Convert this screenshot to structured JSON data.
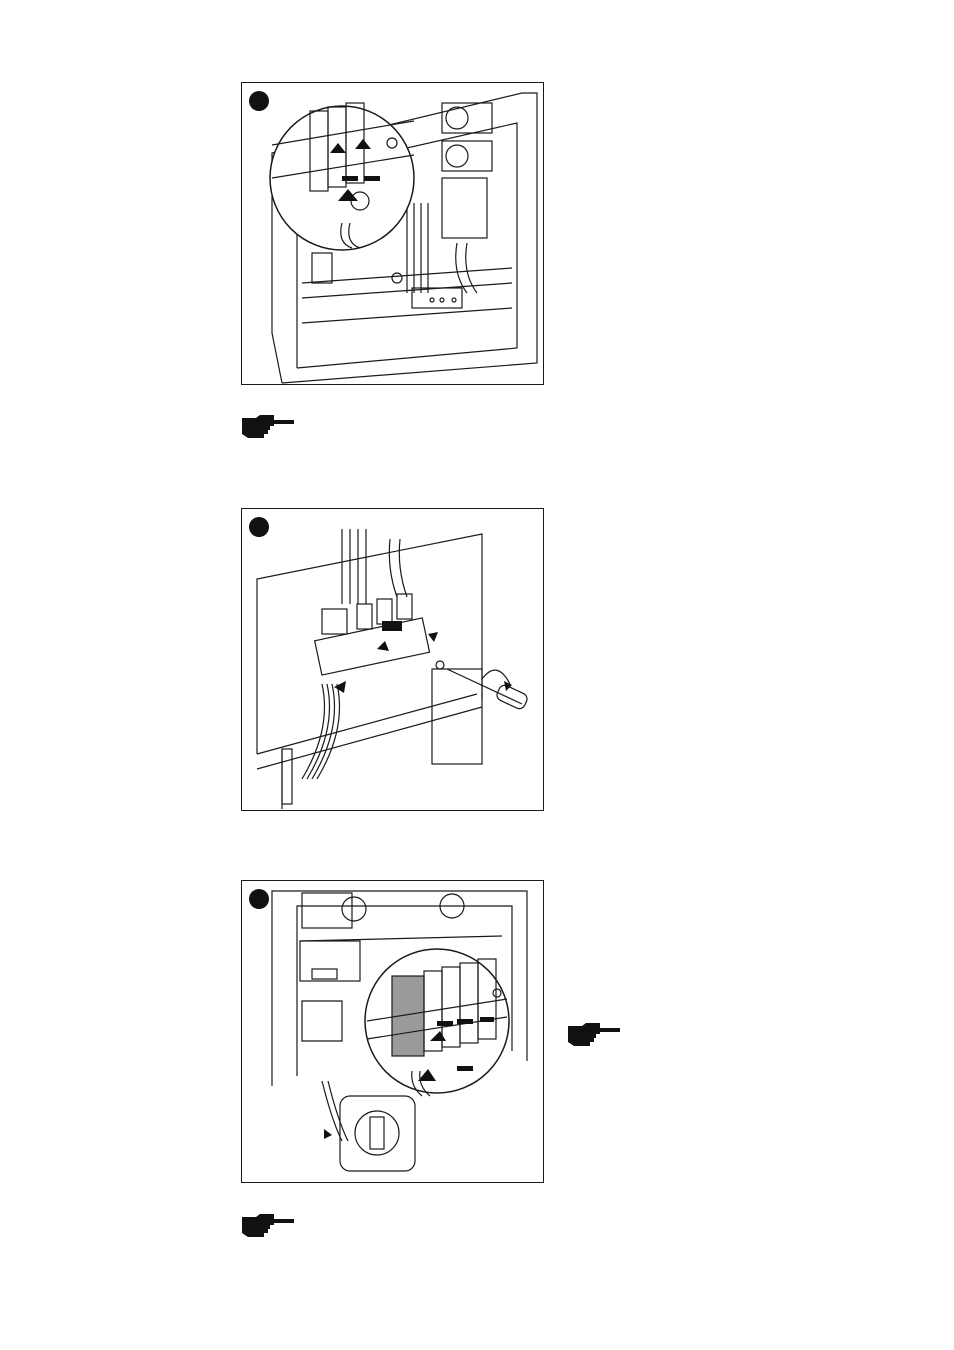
{
  "figures": [
    {
      "id": "fig1",
      "step_marker": "filled-circle",
      "subject": "circuit-breaker-removal"
    },
    {
      "id": "fig2",
      "step_marker": "filled-circle",
      "subject": "cable-clamp-and-screw"
    },
    {
      "id": "fig3",
      "step_marker": "filled-circle",
      "subject": "breaker-and-rotary-switch"
    }
  ],
  "icons": {
    "note": "pointing-hand-icon",
    "step": "step-marker-icon"
  },
  "colors": {
    "line": "#1a1a1a",
    "fill": "#ffffff",
    "shade": "#9a9a9a",
    "dark": "#111111"
  }
}
